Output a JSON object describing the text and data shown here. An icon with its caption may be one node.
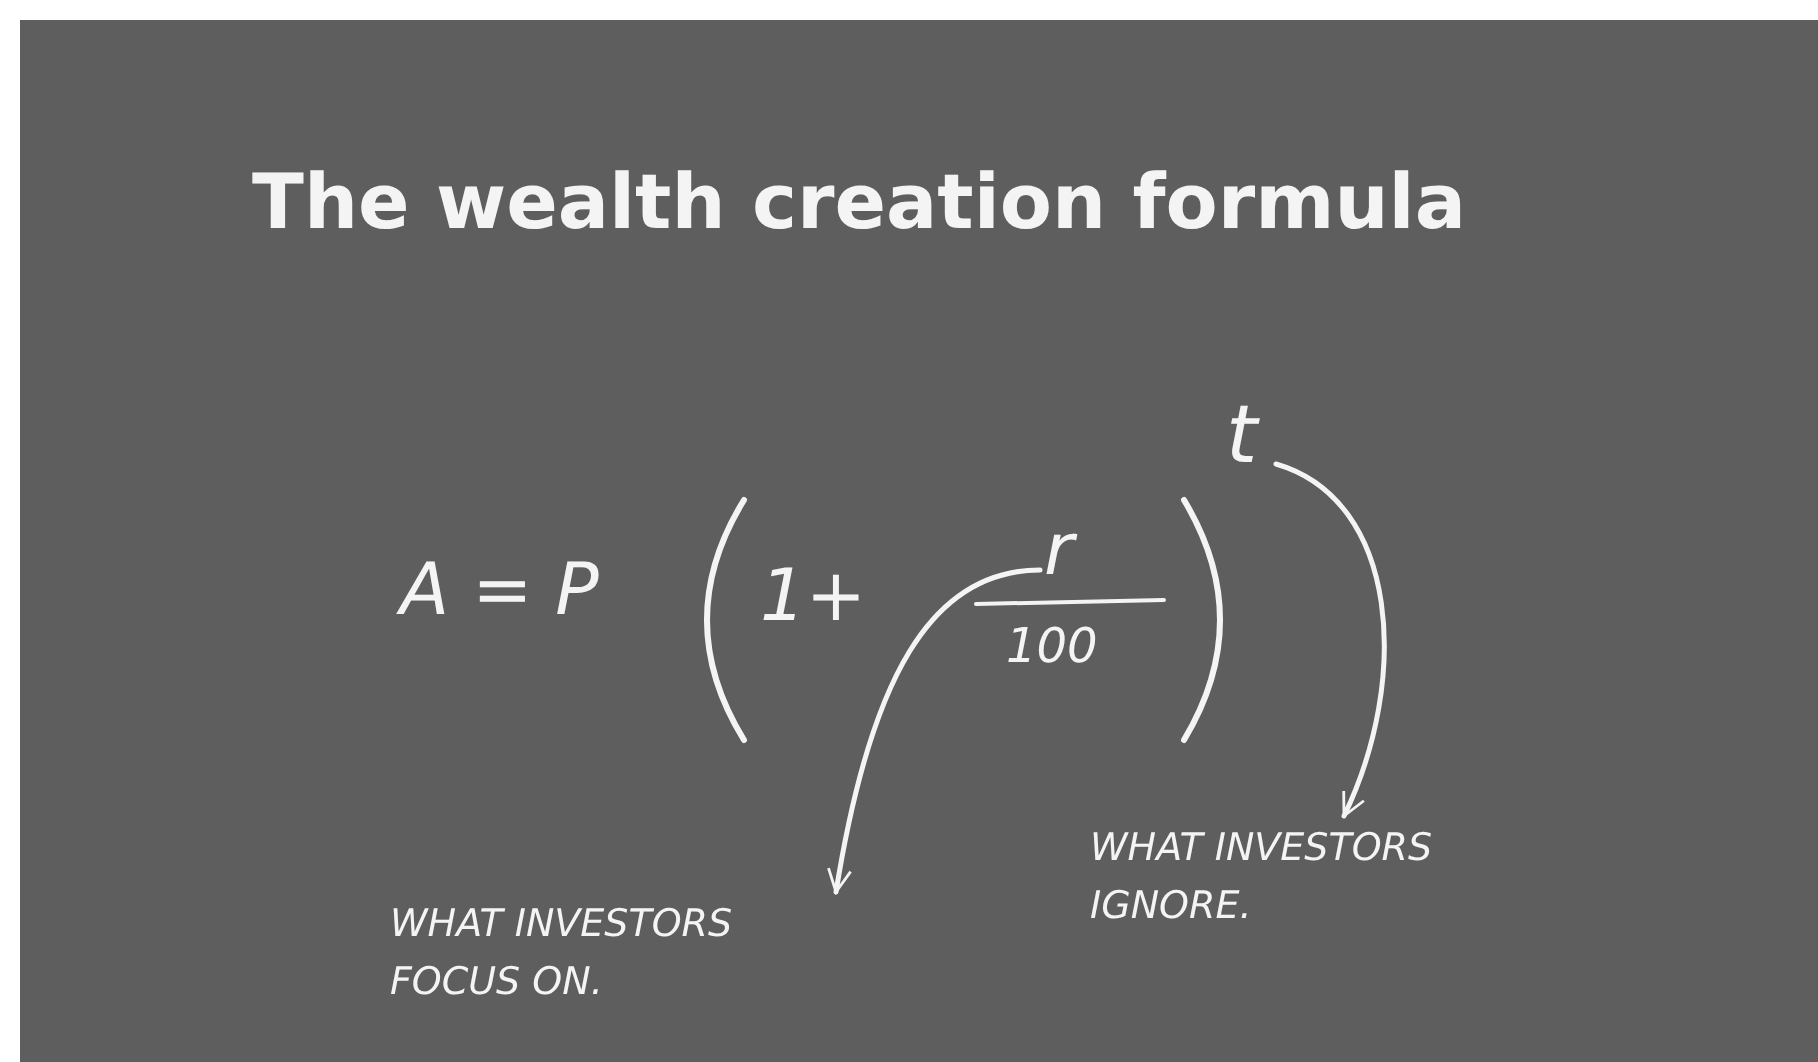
{
  "diagram": {
    "title": "The wealth creation formula",
    "nodes": [
      {
        "text": [
          "r"
        ]
      },
      {
        "text": [
          "t"
        ]
      },
      {
        "text": [
          "WHAT INVESTORS FOCUS ON."
        ]
      },
      {
        "text": [
          "WHAT INVESTORS IGNORE."
        ]
      }
    ],
    "edges": [
      {
        "from": 0,
        "to": 2,
        "arrow": "to"
      },
      {
        "from": 1,
        "to": 3,
        "arrow": "to"
      }
    ],
    "labels": [
      "A = P",
      "1+",
      "100"
    ]
  }
}
